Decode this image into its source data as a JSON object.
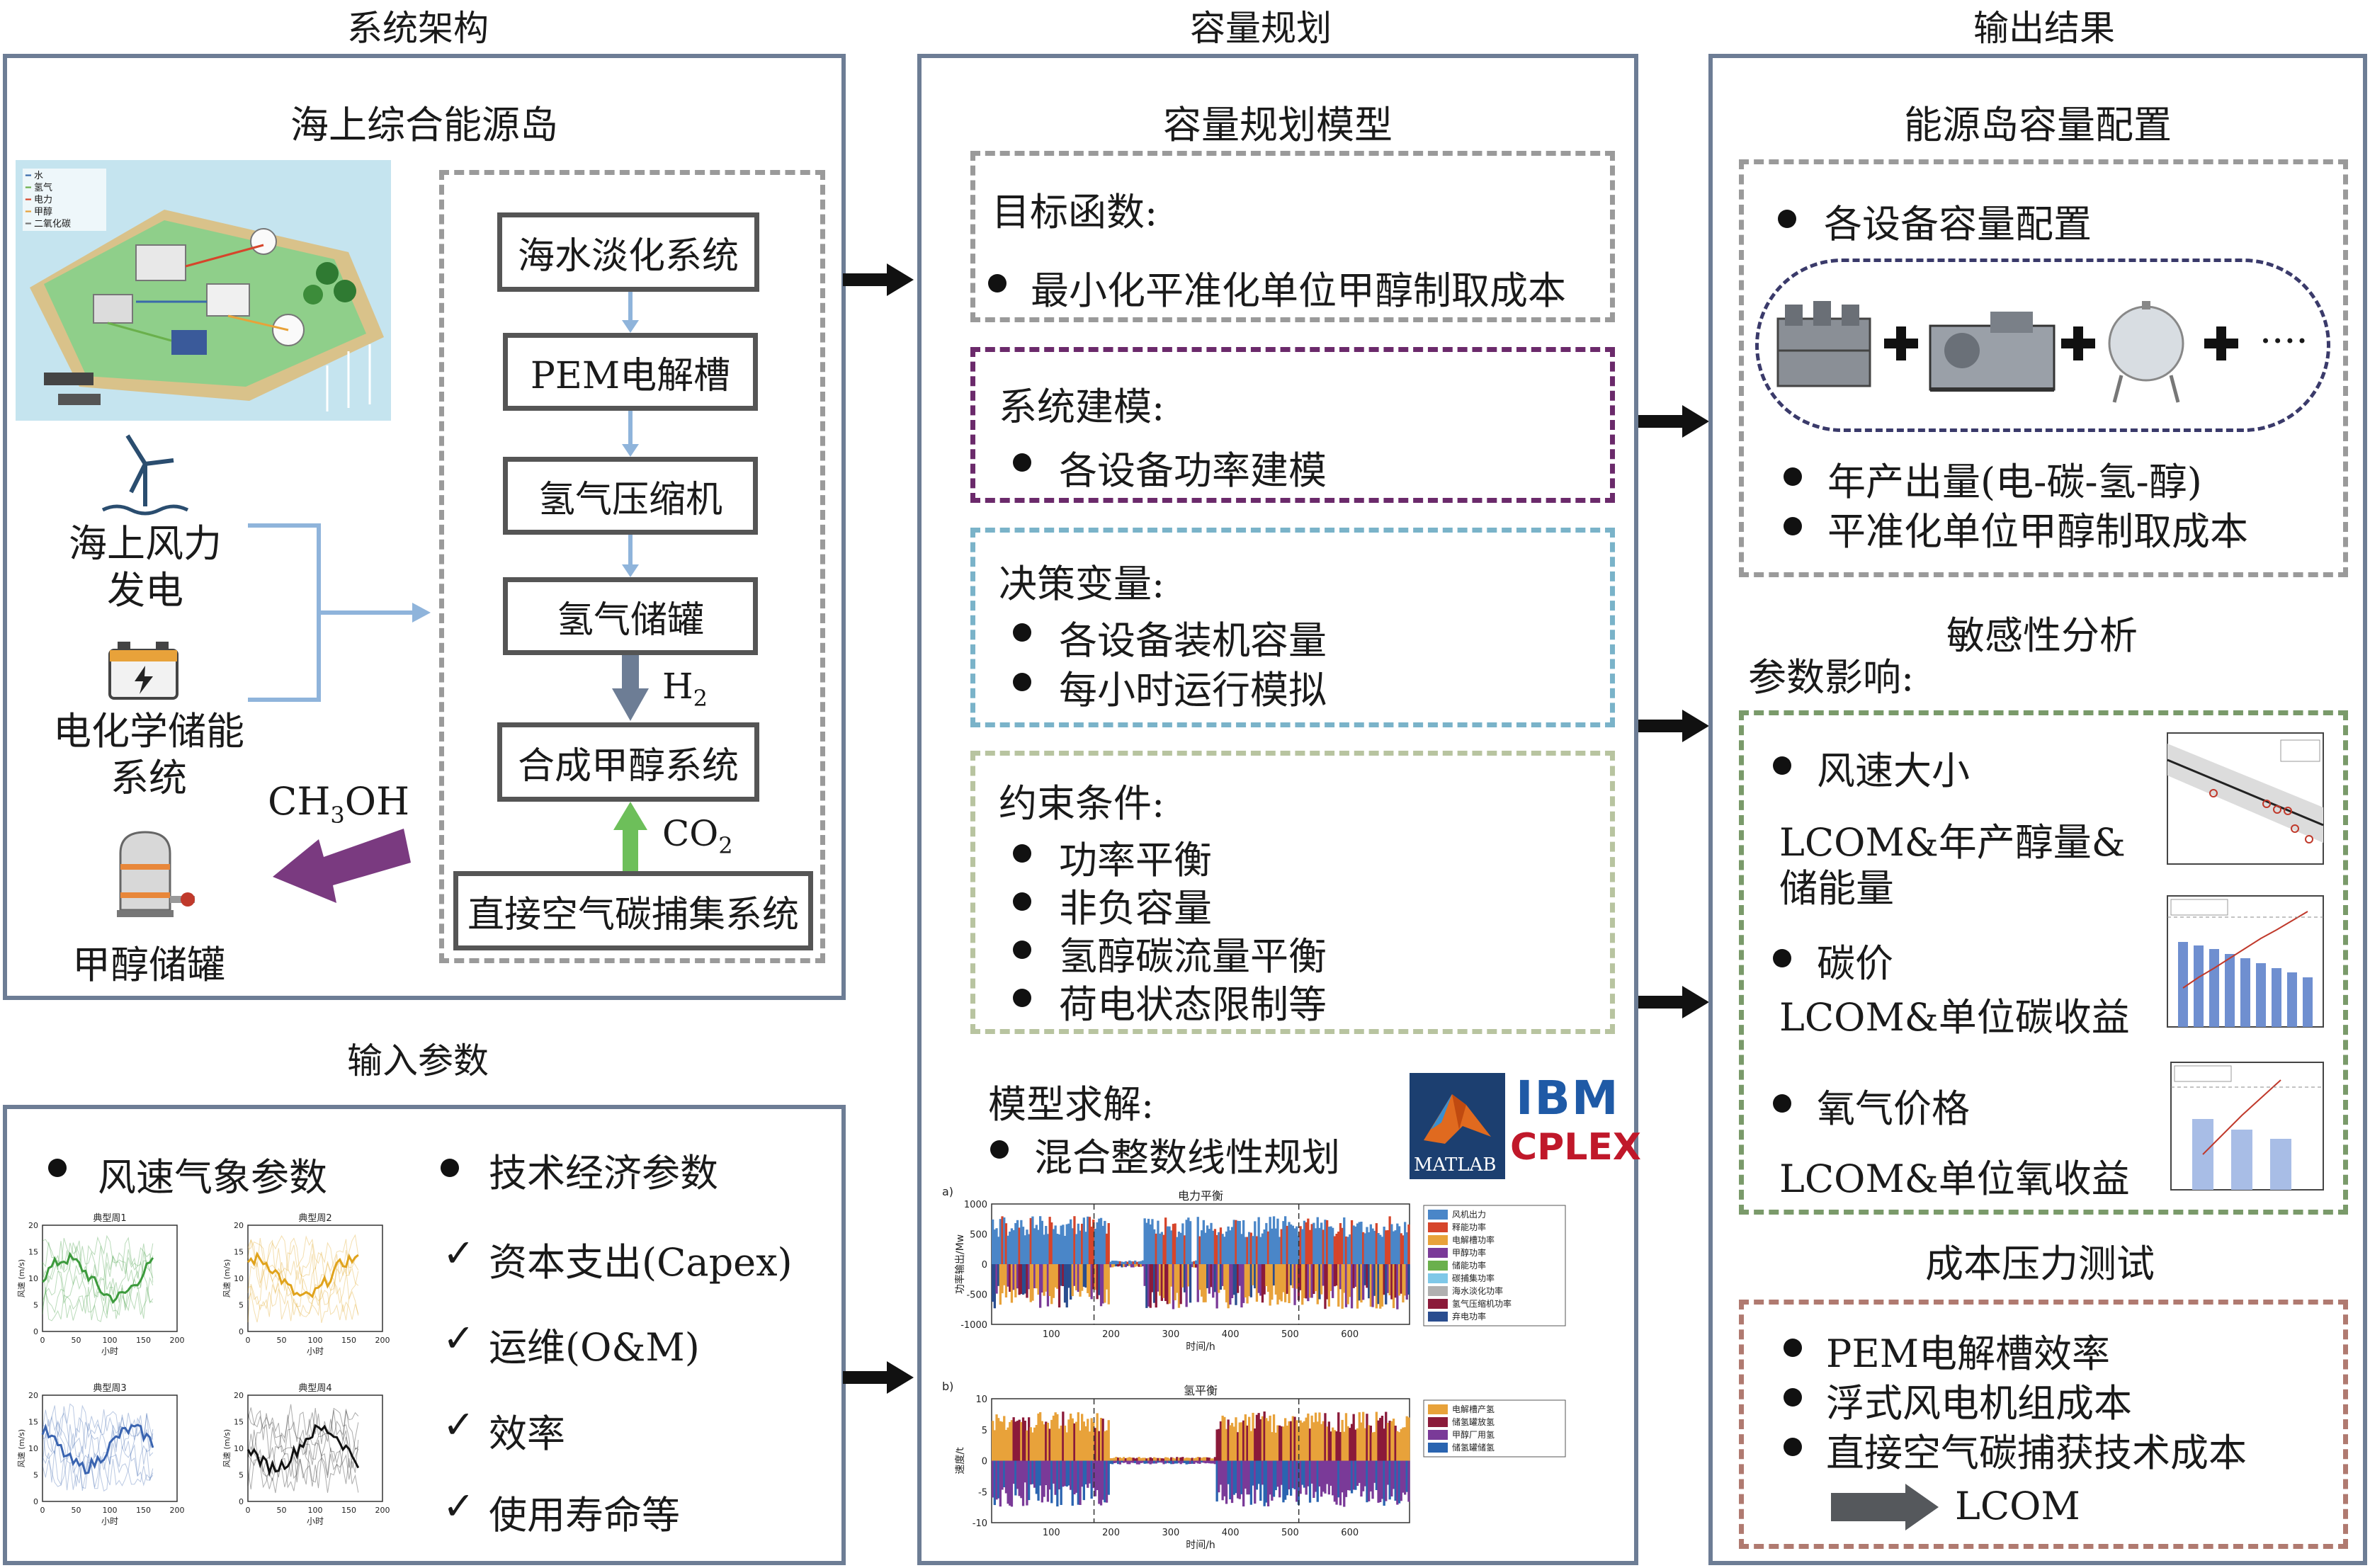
{
  "columns": {
    "left_top": "系统架构",
    "center_top": "容量规划",
    "right_top": "输出结果",
    "left_bottom": "输入参数"
  },
  "system": {
    "title": "海上综合能源岛",
    "island_legend": [
      "水",
      "氢气",
      "电力",
      "甲醇",
      "二氧化碳"
    ],
    "chain": [
      "海水淡化系统",
      "PEM电解槽",
      "氢气压缩机",
      "氢气储罐",
      "合成甲醇系统",
      "直接空气碳捕集系统"
    ],
    "h2": "H2",
    "co2": "CO2",
    "wind": "海上风力\n发电",
    "storage": "电化学储能\n系统",
    "ch3oh": "CH3OH",
    "tank": "甲醇储罐"
  },
  "inputs": {
    "left_header": "风速气象参数",
    "right_header": "技术经济参数",
    "checks": [
      "资本支出(Capex)",
      "运维(O&M)",
      "效率",
      "使用寿命等"
    ],
    "mini_charts": [
      {
        "title": "典型周1",
        "color": "#3c9a3c"
      },
      {
        "title": "典型周2",
        "color": "#e0a31c"
      },
      {
        "title": "典型周3",
        "color": "#3a64b0"
      },
      {
        "title": "典型周4",
        "color": "#111111"
      }
    ],
    "mini_xlabel": "小时",
    "mini_ylabel": "风速 (m/s)",
    "mini_xticks": [
      "0",
      "50",
      "100",
      "150",
      "200"
    ],
    "mini_yticks": [
      "0",
      "5",
      "10",
      "15",
      "20"
    ]
  },
  "model": {
    "title": "容量规划模型",
    "objective_label": "目标函数:",
    "objective_item": "最小化平准化单位甲醇制取成本",
    "modeling_label": "系统建模:",
    "modeling_item": "各设备功率建模",
    "decision_label": "决策变量:",
    "decision_items": [
      "各设备装机容量",
      "每小时运行模拟"
    ],
    "constraint_label": "约束条件:",
    "constraint_items": [
      "功率平衡",
      "非负容量",
      "氢醇碳流量平衡",
      "荷电状态限制等"
    ],
    "solve_label": "模型求解:",
    "solve_item": "混合整数线性规划",
    "logo_matlab": "MATLAB",
    "logo_ibm": "IBM",
    "logo_cplex": "CPLEX"
  },
  "power_chart": {
    "tag": "a)",
    "title": "电力平衡",
    "ylabel": "功率输出/Mw",
    "xlabel": "时间/h",
    "xticks": [
      "100",
      "200",
      "300",
      "400",
      "500",
      "600"
    ],
    "yticks": [
      "1000",
      "500",
      "0",
      "-500",
      "-1000"
    ],
    "legend": [
      {
        "name": "风机出力",
        "color": "#4a86c8"
      },
      {
        "name": "释能功率",
        "color": "#d6452b"
      },
      {
        "name": "电解槽功率",
        "color": "#e8a23a"
      },
      {
        "name": "甲醇功率",
        "color": "#7a3a98"
      },
      {
        "name": "储能功率",
        "color": "#6ab04c"
      },
      {
        "name": "碳捕集功率",
        "color": "#7fc8e8"
      },
      {
        "name": "海水淡化功率",
        "color": "#b0b0b0"
      },
      {
        "name": "氢气压缩机功率",
        "color": "#8b1a3a"
      },
      {
        "name": "弃电功率",
        "color": "#2a4d8f"
      }
    ]
  },
  "h2_chart": {
    "tag": "b)",
    "title": "氢平衡",
    "ylabel": "速度/t",
    "xlabel": "时间/h",
    "xticks": [
      "100",
      "200",
      "300",
      "400",
      "500",
      "600"
    ],
    "yticks": [
      "10",
      "5",
      "0",
      "-5",
      "-10"
    ],
    "legend": [
      {
        "name": "电解槽产氢",
        "color": "#e8a23a"
      },
      {
        "name": "储氢罐放氢",
        "color": "#8b1a3a"
      },
      {
        "name": "甲醇厂用氢",
        "color": "#7a3a98"
      },
      {
        "name": "储氢罐储氢",
        "color": "#2a64b0"
      }
    ]
  },
  "output": {
    "title": "能源岛容量配置",
    "config_item": "各设备容量配置",
    "plus_more": "····",
    "items": [
      "年产出量(电-碳-氢-醇)",
      "平准化单位甲醇制取成本"
    ],
    "sens_title": "敏感性分析",
    "param_label": "参数影响:",
    "sens": [
      {
        "name": "风速大小",
        "desc1": "LCOM&年产醇量&",
        "desc2": "储能量"
      },
      {
        "name": "碳价",
        "desc1": "LCOM&单位碳收益",
        "desc2": ""
      },
      {
        "name": "氧气价格",
        "desc1": "LCOM&单位氧收益",
        "desc2": ""
      }
    ],
    "stress_title": "成本压力测试",
    "stress_items": [
      "PEM电解槽效率",
      "浮式风电机组成本",
      "直接空气碳捕获技术成本"
    ],
    "stress_result": "LCOM"
  },
  "colors": {
    "frame": "#6d7d95",
    "gray_dash": "#9a9a9a",
    "purple_dash": "#6b2a6b",
    "blue_dash": "#7ab3c9",
    "green_dash": "#b8c4a0",
    "sens_dash": "#7a9a6a",
    "stress_dash": "#b07a70"
  }
}
